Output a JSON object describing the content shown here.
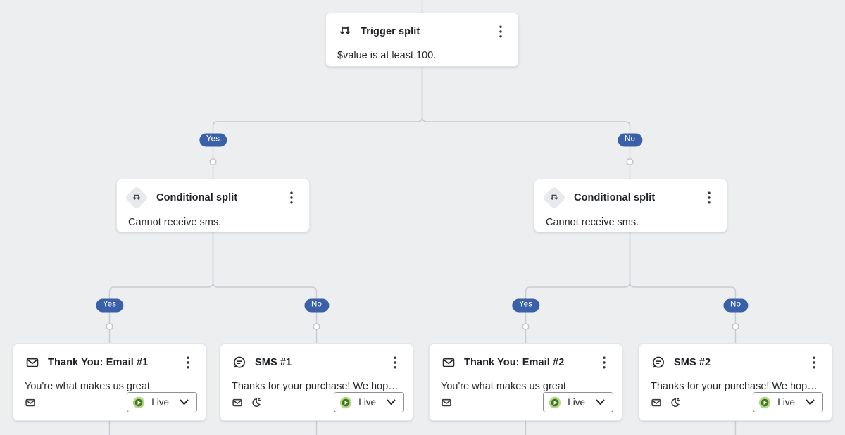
{
  "colors": {
    "background": "#eceef0",
    "connector": "#c9ccd2",
    "branch_badge": "#3a61a8",
    "live_dot_outer": "#b5d98b",
    "live_dot_inner": "#3f7a1c"
  },
  "badges": {
    "yes": "Yes",
    "no": "No"
  },
  "nodes": {
    "trigger_split": {
      "title": "Trigger split",
      "description": "$value is at least 100."
    },
    "conditional_split_left": {
      "title": "Conditional split",
      "description": "Cannot receive sms."
    },
    "conditional_split_right": {
      "title": "Conditional split",
      "description": "Cannot receive sms."
    },
    "actions": [
      {
        "type": "email",
        "title": "Thank You: Email #1",
        "preview": "You're what makes us great",
        "status": "Live"
      },
      {
        "type": "sms",
        "title": "SMS #1",
        "preview": "Thanks for your purchase! We hope that ...",
        "status": "Live"
      },
      {
        "type": "email",
        "title": "Thank You: Email #2",
        "preview": "You're what makes us great",
        "status": "Live"
      },
      {
        "type": "sms",
        "title": "SMS #2",
        "preview": "Thanks for your purchase! We hope that ...",
        "status": "Live"
      }
    ]
  }
}
